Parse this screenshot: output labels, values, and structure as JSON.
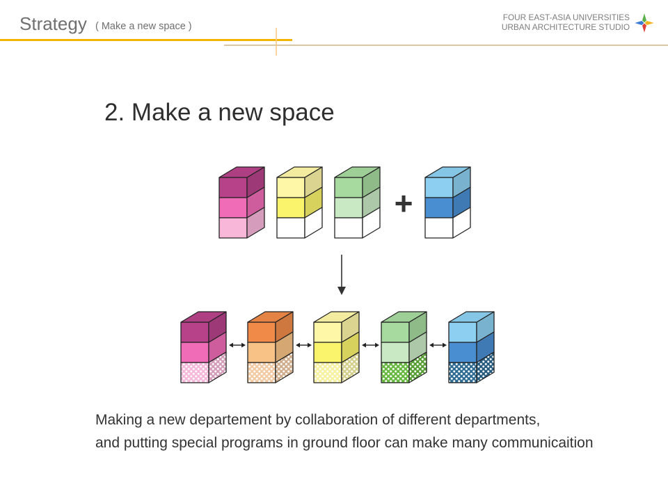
{
  "header": {
    "title": "Strategy",
    "subtitle": "( Make a new space )",
    "org_line1": "FOUR EAST-ASIA UNIVERSITIES",
    "org_line2": "URBAN ARCHITECTURE STUDIO",
    "logo_icon": "four-color-star-logo-icon",
    "accent_color": "#F5B301",
    "rule_color": "#D9C8A6",
    "marker_color": "#F6C98A"
  },
  "diagram": {
    "title": "2. Make a new space",
    "plus_sign": "+",
    "down_arrow_icon": "arrow-down-icon",
    "exchange_arrow_icon": "double-arrow-icon",
    "outline_color": "#222222",
    "before_stacks": [
      {
        "tiers": [
          {
            "color": "#B8428A"
          },
          {
            "color": "#F06CB6"
          },
          {
            "color": "#F8B6D9"
          }
        ]
      },
      {
        "tiers": [
          {
            "color": "#FFF7A8"
          },
          {
            "color": "#F9F46C"
          },
          {
            "color": "#FFFFFF"
          }
        ]
      },
      {
        "tiers": [
          {
            "color": "#A6DA9E"
          },
          {
            "color": "#C8E9C3"
          },
          {
            "color": "#FFFFFF"
          }
        ]
      },
      {
        "tiers": [
          {
            "color": "#8CCFF1"
          },
          {
            "color": "#4A8ED2"
          },
          {
            "color": "#FFFFFF"
          }
        ]
      }
    ],
    "after_stacks": [
      {
        "tiers": [
          {
            "color": "#B8428A"
          },
          {
            "color": "#F06CB6"
          },
          {
            "color": "#F6B8DA",
            "dotted": true
          }
        ]
      },
      {
        "tiers": [
          {
            "color": "#F08A48"
          },
          {
            "color": "#F8C286"
          },
          {
            "color": "#F2CAA4",
            "dotted": true
          }
        ]
      },
      {
        "tiers": [
          {
            "color": "#FFF7A8"
          },
          {
            "color": "#F9F46C"
          },
          {
            "color": "#F7F1A0",
            "dotted": true
          }
        ]
      },
      {
        "tiers": [
          {
            "color": "#A6DA9E"
          },
          {
            "color": "#C8E9C3"
          },
          {
            "color": "#66B93E",
            "dotted": true
          }
        ]
      },
      {
        "tiers": [
          {
            "color": "#8CCFF1"
          },
          {
            "color": "#4A8ED2"
          },
          {
            "color": "#2E6C94",
            "dotted": true
          }
        ]
      }
    ],
    "caption": [
      "Making a new departement by collaboration of different departments,",
      "and putting special programs in ground floor can make many communicaition"
    ]
  }
}
